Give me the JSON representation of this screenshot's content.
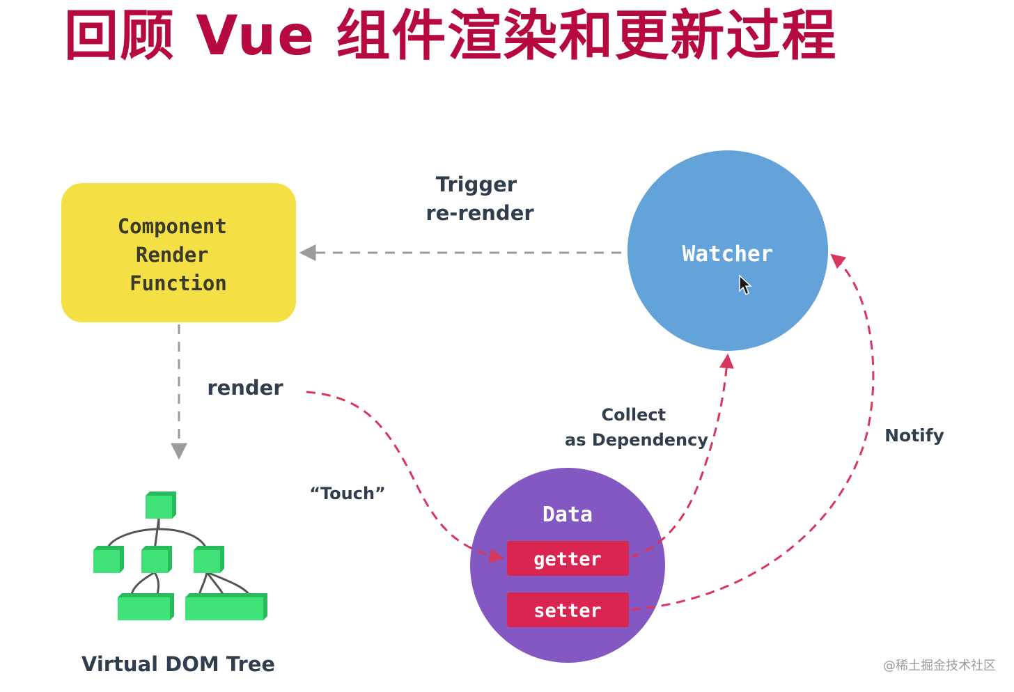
{
  "title": "回顾 Vue 组件渲染和更新过程",
  "nodes": {
    "render_function": [
      "Component",
      "Render",
      "Function"
    ],
    "watcher": "Watcher",
    "data": "Data",
    "getter": "getter",
    "setter": "setter",
    "vdom_tree": "Virtual DOM Tree"
  },
  "edges": {
    "trigger": [
      "Trigger",
      "re-render"
    ],
    "render": "render",
    "touch": "“Touch”",
    "collect": [
      "Collect",
      "as Dependency"
    ],
    "notify": "Notify"
  },
  "watermark": "@稀土掘金技术社区",
  "colors": {
    "title": "#b5093f",
    "render_box": "#f4df45",
    "watcher": "#63a3d9",
    "data": "#8458c2",
    "accessor": "#d9254f",
    "tree_node": "#3ee276",
    "flow_arrow": "#d8365c",
    "gray_arrow": "#9b9b9b"
  },
  "icons": {
    "cursor": "mouse-pointer-icon"
  }
}
